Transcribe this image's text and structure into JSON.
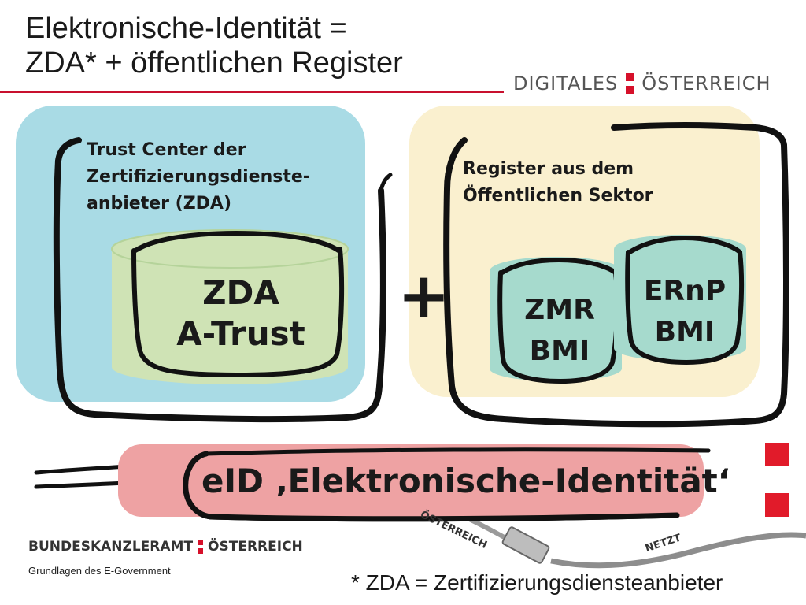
{
  "slide": {
    "title_line1": "Elektronische-Identität =",
    "title_line2": "ZDA* + öffentlichen Register",
    "logo_top": {
      "left": "DIGITALES",
      "right": "ÖSTERREICH"
    }
  },
  "diagram": {
    "left_panel": {
      "label_lines": [
        "Trust Center der",
        "Zertifizierungsdienste-",
        "anbieter (ZDA)"
      ],
      "database": {
        "line1": "ZDA",
        "line2": "A-Trust"
      }
    },
    "operator": "+",
    "right_panel": {
      "label_lines": [
        "Register aus dem",
        "Öffentlichen Sektor"
      ],
      "databases": [
        {
          "line1": "ZMR",
          "line2": "BMI"
        },
        {
          "line1": "ERnP",
          "line2": "BMI"
        }
      ]
    },
    "result": "eID ‚Elektronische-Identität‘",
    "stamp_left": "ÖSTERREICH",
    "stamp_right": "NETZT"
  },
  "footer": {
    "logo": {
      "left": "BUNDESKANZLERAMT",
      "right": "ÖSTERREICH"
    },
    "left_text": "Grundlagen des E-Government",
    "footnote": "* ZDA = Zertifizierungsdiensteanbieter"
  },
  "colors": {
    "accent_red": "#e11b2a",
    "blue_panel": "#a9dbe5",
    "beige_panel": "#faf0cf",
    "green_db": "#cfe3b5",
    "teal_db": "#a6dacd",
    "pink_band": "#eea2a3"
  }
}
